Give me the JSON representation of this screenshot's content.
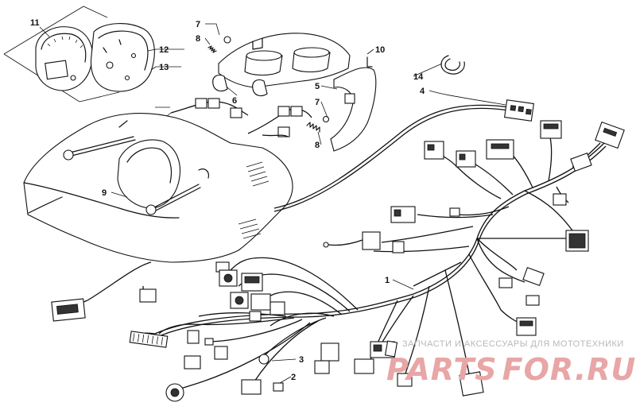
{
  "diagram": {
    "callouts": [
      {
        "id": "c1",
        "label": "1"
      },
      {
        "id": "c2",
        "label": "2"
      },
      {
        "id": "c3",
        "label": "3"
      },
      {
        "id": "c4",
        "label": "4"
      },
      {
        "id": "c5",
        "label": "5"
      },
      {
        "id": "c6",
        "label": "6"
      },
      {
        "id": "c7a",
        "label": "7"
      },
      {
        "id": "c7b",
        "label": "7"
      },
      {
        "id": "c8a",
        "label": "8"
      },
      {
        "id": "c8b",
        "label": "8"
      },
      {
        "id": "c9",
        "label": "9"
      },
      {
        "id": "c10",
        "label": "10"
      },
      {
        "id": "c11",
        "label": "11"
      },
      {
        "id": "c12",
        "label": "12"
      },
      {
        "id": "c13",
        "label": "13"
      },
      {
        "id": "c14",
        "label": "14"
      }
    ]
  },
  "watermark": {
    "tagline": "ЗАПЧАСТИ И АКСЕССУАРЫ ДЛЯ МОТОТЕХНИКИ",
    "logo_part1": "PARTS",
    "logo_part2": "FOR.RU",
    "color_primary": "#e8a6a6",
    "color_text": "#b8b8b8"
  }
}
